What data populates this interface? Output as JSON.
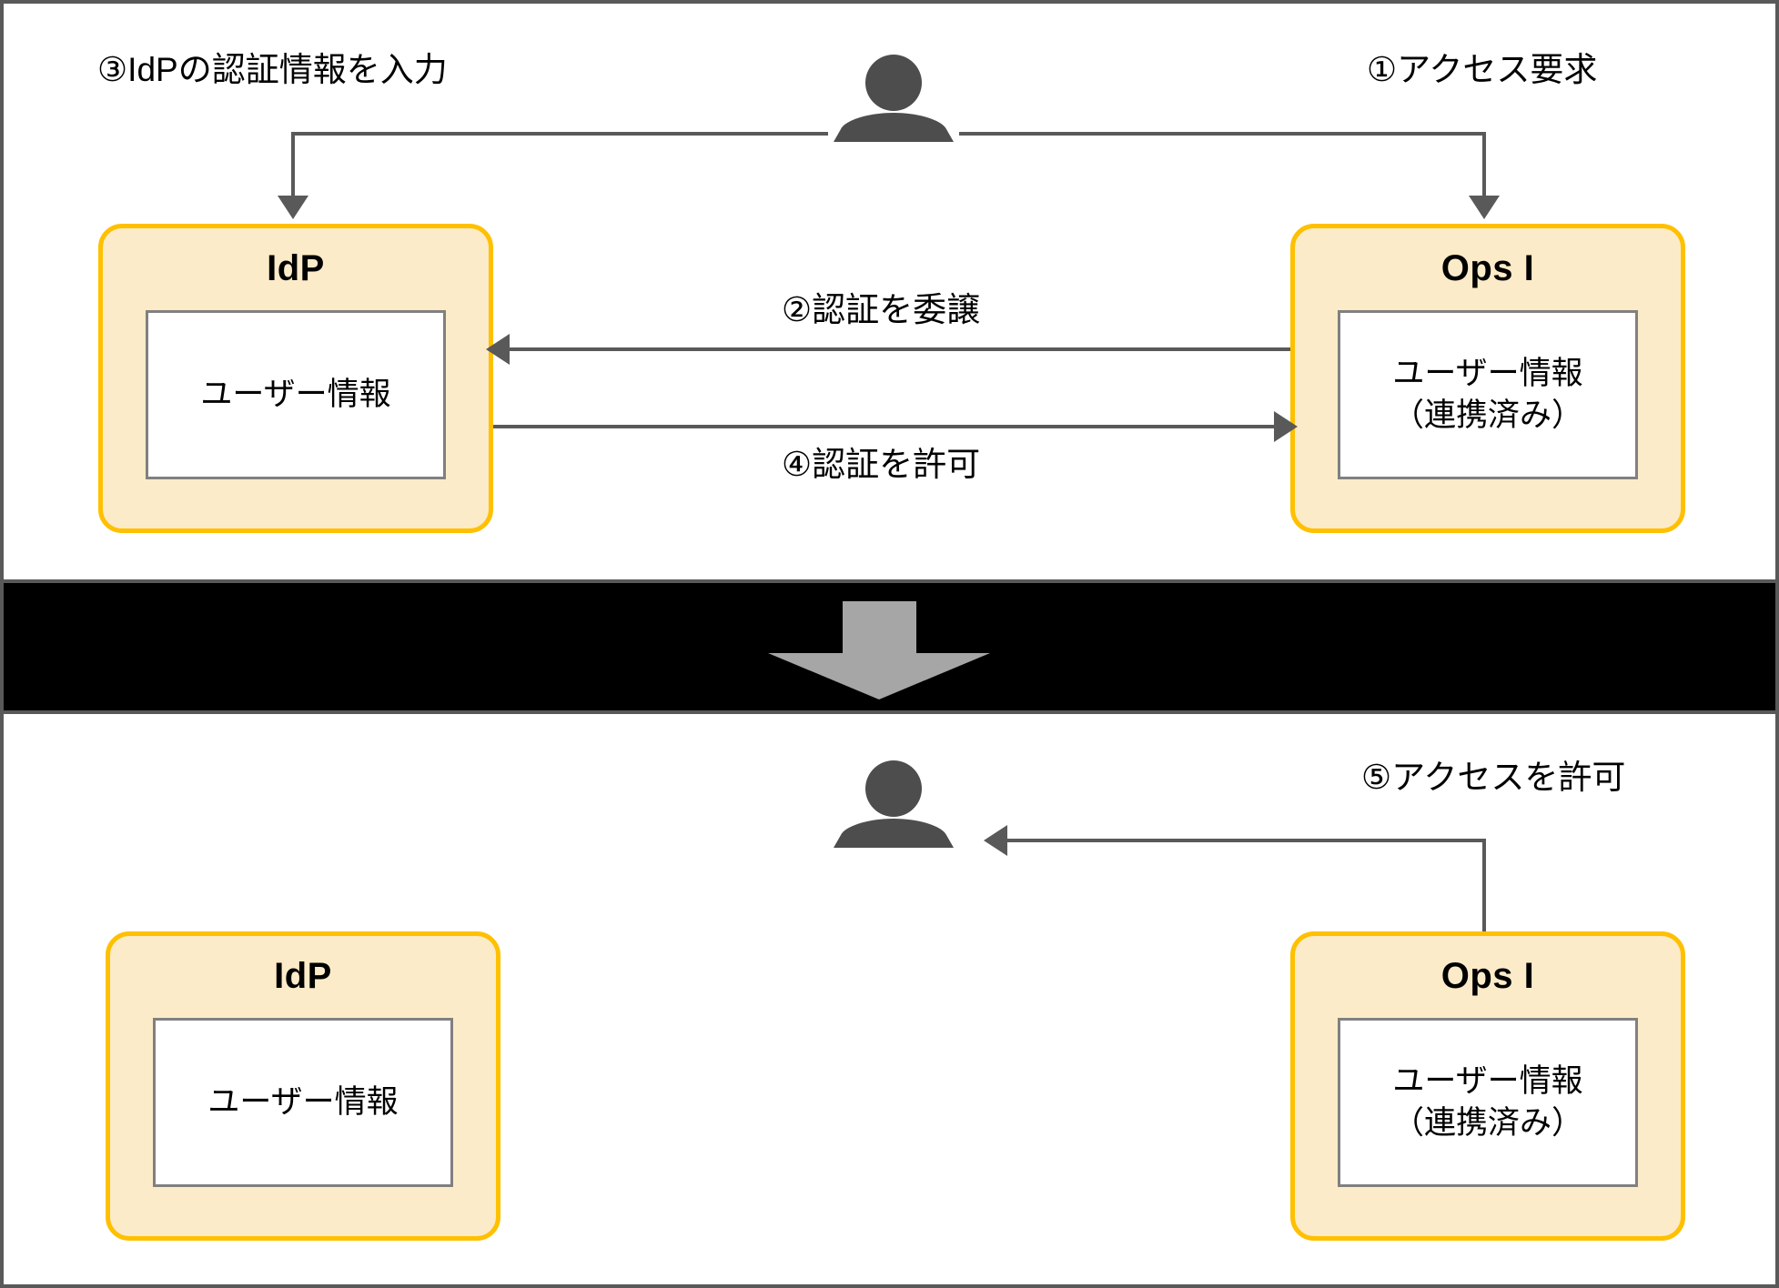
{
  "diagram": {
    "title_text": "",
    "colors": {
      "box_fill": "#FCEBC8",
      "box_border": "#FFC000",
      "inner_fill": "#FFFFFF",
      "inner_border": "#808080",
      "line": "#595959",
      "person": "#4D4D4D",
      "band_bg": "#000000",
      "band_arrow": "#A6A6A6",
      "page_border": "#595959"
    }
  },
  "top_panel": {
    "user_icon": "person-icon",
    "steps": [
      {
        "id": "step-1",
        "label": "①アクセス要求"
      },
      {
        "id": "step-2",
        "label": "②認証を委譲"
      },
      {
        "id": "step-3",
        "label": "③IdPの認証情報を入力"
      },
      {
        "id": "step-4",
        "label": "④認証を許可"
      }
    ],
    "idp_box": {
      "title": "IdP",
      "inner_lines": [
        "ユーザー情報"
      ]
    },
    "ops_box": {
      "title": "Ops I",
      "inner_lines": [
        "ユーザー情報",
        "（連携済み）"
      ]
    }
  },
  "divider": {
    "arrow_icon": "arrow-down-icon"
  },
  "bottom_panel": {
    "user_icon": "person-icon",
    "steps": [
      {
        "id": "step-5",
        "label": "⑤アクセスを許可"
      }
    ],
    "idp_box": {
      "title": "IdP",
      "inner_lines": [
        "ユーザー情報"
      ]
    },
    "ops_box": {
      "title": "Ops I",
      "inner_lines": [
        "ユーザー情報",
        "（連携済み）"
      ]
    }
  }
}
